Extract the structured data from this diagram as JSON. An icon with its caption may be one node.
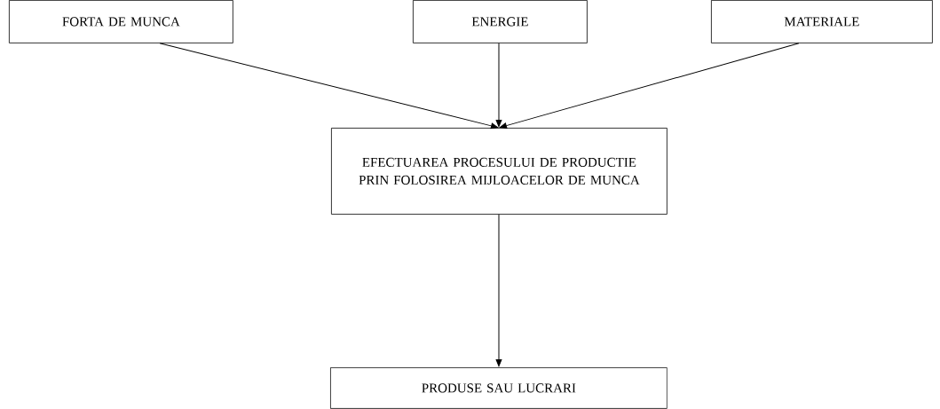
{
  "diagram": {
    "nodes": [
      {
        "text": [
          "FORTA DE MUNCA"
        ]
      },
      {
        "text": [
          "ENERGIE"
        ]
      },
      {
        "text": [
          "MATERIALE"
        ]
      },
      {
        "text": [
          "EFECTUAREA PROCESULUI DE PRODUCTIE PRIN FOLOSIREA MIJLOACELOR DE MUNCA"
        ]
      },
      {
        "text": [
          "PRODUSE SAU LUCRARI"
        ]
      }
    ],
    "edges": [
      {
        "from": 0,
        "to": 3,
        "arrow": "to"
      },
      {
        "from": 1,
        "to": 3,
        "arrow": "to"
      },
      {
        "from": 2,
        "to": 3,
        "arrow": "to"
      },
      {
        "from": 3,
        "to": 4,
        "arrow": "to"
      }
    ]
  }
}
